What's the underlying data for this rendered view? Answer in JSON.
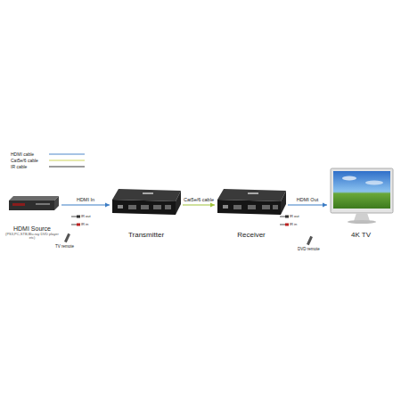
{
  "diagram": {
    "nodes": [
      {
        "text": [
          "HDMI Source",
          "(PS3,PC,STB,Blu-ray DVD player etc)"
        ]
      },
      {
        "text": [
          "Transmitter"
        ]
      },
      {
        "text": [
          "Receiver"
        ]
      },
      {
        "text": [
          "4K TV"
        ]
      }
    ],
    "edges": [
      {
        "from": 0,
        "to": 1,
        "label": "HDMI In",
        "arrow": "to"
      },
      {
        "from": 1,
        "to": 2,
        "label": "Cat5e/6 cable",
        "arrow": "to"
      },
      {
        "from": 2,
        "to": 3,
        "label": "HDMI Out",
        "arrow": "to"
      }
    ],
    "labels": [
      "IR out",
      "IR in",
      "TV remote",
      "IR out",
      "IR in",
      "DVD remote"
    ],
    "legend": [
      {
        "text": "HDMI cable"
      },
      {
        "text": "Cat5e/6 cable"
      },
      {
        "text": "IR cable"
      }
    ]
  }
}
